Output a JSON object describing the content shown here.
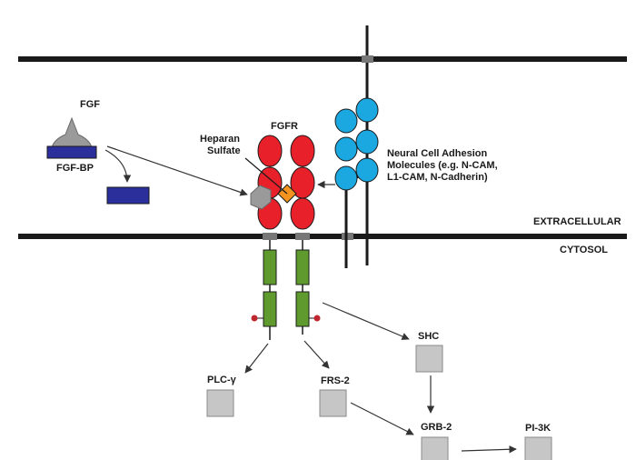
{
  "labels": {
    "fgf": "FGF",
    "fgf_bp": "FGF-BP",
    "heparan_line1": "Heparan",
    "heparan_line2": "Sulfate",
    "fgfr": "FGFR",
    "ncam_line1": "Neural Cell Adhesion",
    "ncam_line2": "Molecules (e.g. N-CAM,",
    "ncam_line3": "L1-CAM, N-Cadherin)",
    "extracellular": "EXTRACELLULAR",
    "cytosol": "CYTOSOL",
    "shc": "SHC",
    "plc": "PLC-γ",
    "frs2": "FRS-2",
    "grb2": "GRB-2",
    "pi3k": "PI-3K"
  },
  "colors": {
    "membrane": "#1a1a1a",
    "fgf": "#9a9a9a",
    "fgf_bp": "#2b2f9b",
    "fgfr_domain": "#e8202a",
    "heparan_sulfate": "#f4931f",
    "ncam_domain": "#1ba7e0",
    "kinase_domain": "#5e9a2e",
    "phospho_dot": "#c0262d",
    "effector_box": "#c6c6c6",
    "arrow": "#333333"
  },
  "icons": {
    "fgf": "fgf-ligand-icon",
    "heparan_sulfate": "heparan-sulfate-diamond-icon",
    "effector": "effector-protein-box-icon"
  }
}
